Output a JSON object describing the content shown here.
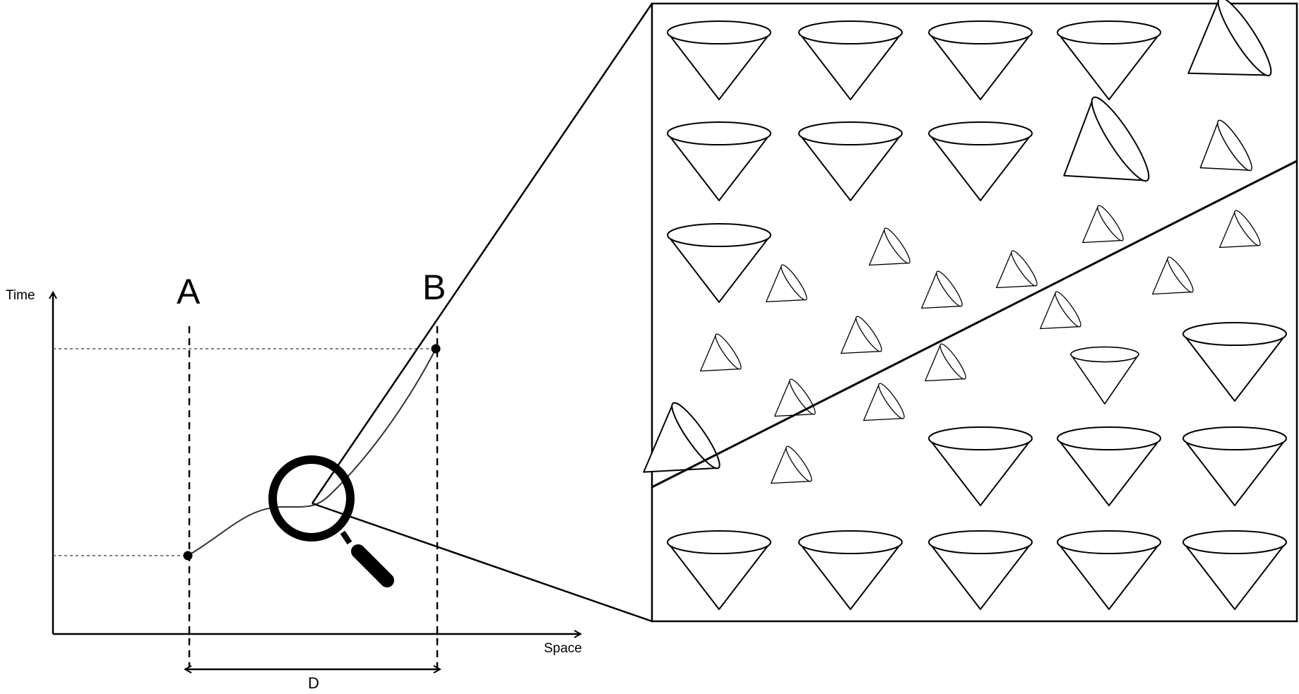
{
  "diagram": {
    "axis_y_label": "Time",
    "axis_x_label": "Space",
    "point_a_label": "A",
    "point_b_label": "B",
    "distance_label": "D"
  },
  "colors": {
    "ink": "#000000",
    "background": "#ffffff"
  },
  "icons": [
    "magnifier-icon",
    "light-cone-icon"
  ]
}
